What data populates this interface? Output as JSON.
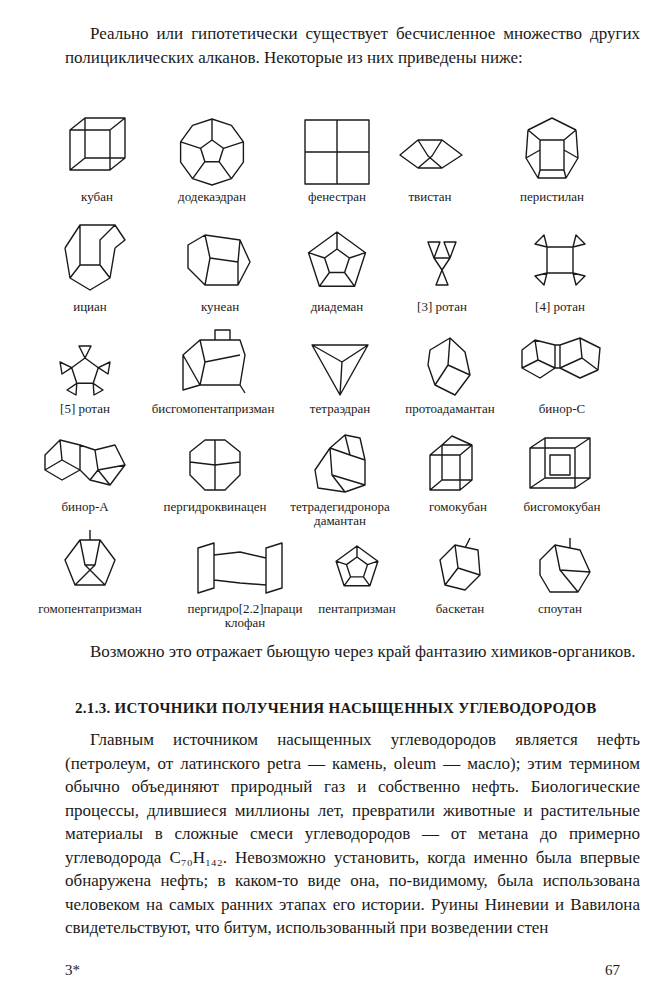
{
  "diagram": {
    "title": "2.1.3. ИСТОЧНИКИ ПОЛУЧЕНИЯ НАСЫЩЕННЫХ УГЛЕВОДОРОДОВ",
    "labels": [
      "Реально или гипотетически существует бесчисленное множество других полициклических алканов. Некоторые из них приведены ниже:",
      "кубан",
      "додекаэдран",
      "фенестран",
      "твистан",
      "перистилан",
      "ициан",
      "кунеан",
      "диадеман",
      "[3] ротан",
      "[4] ротан",
      "[5] ротан",
      "бисгомопентапризман",
      "тетраэдран",
      "протоадамантан",
      "бинор-С",
      "бинор-А",
      "пергидроквинацен",
      "тетрадегидронорадамантан",
      "гомокубан",
      "бисгомокубан",
      "гомопентапризман",
      "пергидро[2.2]парациклофан",
      "пентапризман",
      "баскетан",
      "споутан",
      "Возможно это отражает бьющую через край фантазию химиков-органиков.",
      "Главным источником насыщенных углеводородов является нефть (петролеум, от латинского petra — камень, oleum — масло); этим термином обычно объединяют природный газ и собственно нефть. Биологические процессы, длившиеся миллионы лет, превратили животные и растительные материалы в сложные смеси углеводородов — от метана до примерно углеводорода C₇₀H₁₄₂. Невозможно установить, когда именно была впервые обнаружена нефть; в каком-то виде она, по-видимому, была использована человеком на самых ранних этапах его истории. Руины Ниневии и Вавилона свидетельствуют, что битум, использованный при возведении стен",
      "3*",
      "67"
    ]
  }
}
